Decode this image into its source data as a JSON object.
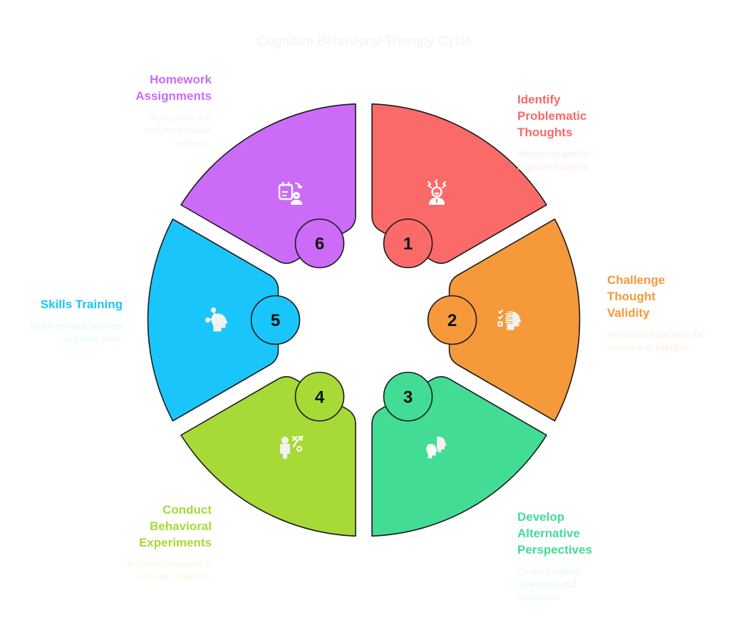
{
  "title": "Cognitive Behavioral Therapy Cycle",
  "steps": [
    {
      "number": "1",
      "title": "Identify Problematic Thoughts",
      "title_lines": [
        "Identify",
        "Problematic",
        "Thoughts"
      ],
      "description": "Recognize and list negative thoughts.",
      "color": "#f96a69",
      "desc_color": "#fdeeec",
      "icon": "stressed-person-icon"
    },
    {
      "number": "2",
      "title": "Challenge Thought Validity",
      "title_lines": [
        "Challenge",
        "Thought",
        "Validity"
      ],
      "description": "Assess and question the accuracy of thoughts.",
      "color": "#f5993a",
      "desc_color": "#fdf1e5",
      "icon": "checklist-head-icon"
    },
    {
      "number": "3",
      "title": "Develop Alternative Perspectives",
      "title_lines": [
        "Develop",
        "Alternative",
        "Perspectives"
      ],
      "description": "Create healthier viewpoints and responses.",
      "color": "#43dc95",
      "desc_color": "#eafbf3",
      "icon": "two-heads-icon"
    },
    {
      "number": "4",
      "title": "Conduct Behavioral Experiments",
      "title_lines": [
        "Conduct",
        "Behavioral",
        "Experiments"
      ],
      "description": "Test new behaviors in real-life situations.",
      "color": "#a7da36",
      "desc_color": "#f4fbe7",
      "icon": "person-strategy-icon"
    },
    {
      "number": "5",
      "title": "Skills Training",
      "title_lines": [
        "Skills Training"
      ],
      "description": "Learn and practice new cognitive skills.",
      "color": "#1ac5fb",
      "desc_color": "#e8faf5",
      "icon": "head-network-icon"
    },
    {
      "number": "6",
      "title": "Homework Assignments",
      "title_lines": [
        "Homework",
        "Assignments"
      ],
      "description": "Apply skills and insights between sessions.",
      "color": "#cb6bf8",
      "desc_color": "#f6f2fa",
      "icon": "calendar-person-icon"
    }
  ]
}
